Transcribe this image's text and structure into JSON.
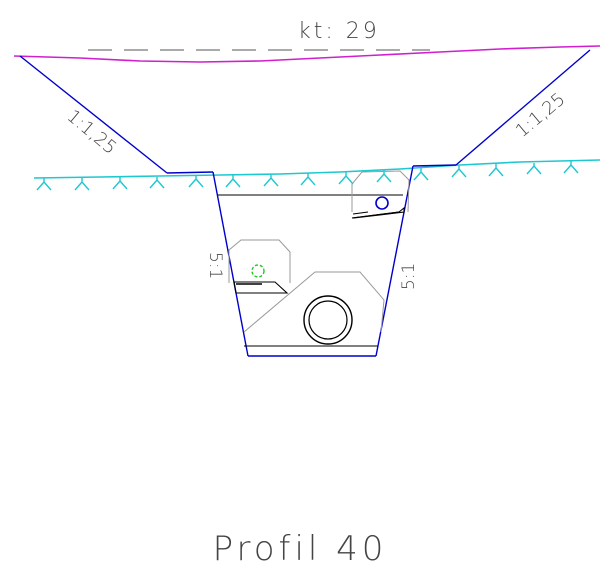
{
  "level_label": "kt: 29",
  "slope_left": "1:1,25",
  "slope_right": "1:1,25",
  "trench_slope_left": "5:1",
  "trench_slope_right": "5:1",
  "profile_title": "Profil 40",
  "colors": {
    "terrain_line": "#d01ed0",
    "ground_line": "#1ec8d0",
    "excavation_outline": "#0000cc",
    "structure": "#000000",
    "fill_contour": "#9a9a9a",
    "small_pipe": "#0000cc",
    "cable_marker": "#1ec81e",
    "level_dash": "#555555",
    "text": "#444444"
  }
}
